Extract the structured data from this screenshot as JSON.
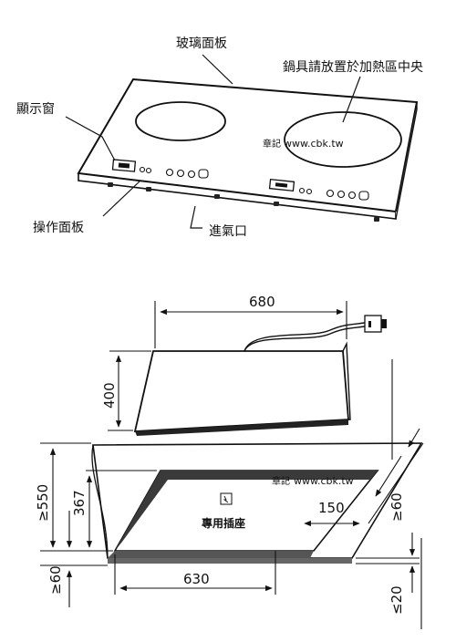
{
  "top_diagram": {
    "labels": {
      "glass_panel": "玻璃面板",
      "pot_placement": "鍋具請放置於加熱區中央",
      "display_window": "顯示窗",
      "control_panel": "操作面板",
      "air_intake": "進氣口"
    },
    "watermark": {
      "prefix": "章記",
      "url": "www.cbk.tw"
    }
  },
  "bottom_diagram": {
    "dimensions": {
      "width_680": "680",
      "height_400": "400",
      "depth_550": "≥550",
      "cutout_367": "367",
      "side_150": "150",
      "side_60_right": "≥60",
      "front_60": "≥60",
      "cutout_630": "630",
      "below_20": "≤20"
    },
    "outlet_label": "專用插座",
    "watermark": {
      "prefix": "章記",
      "url": "www.cbk.tw"
    }
  }
}
